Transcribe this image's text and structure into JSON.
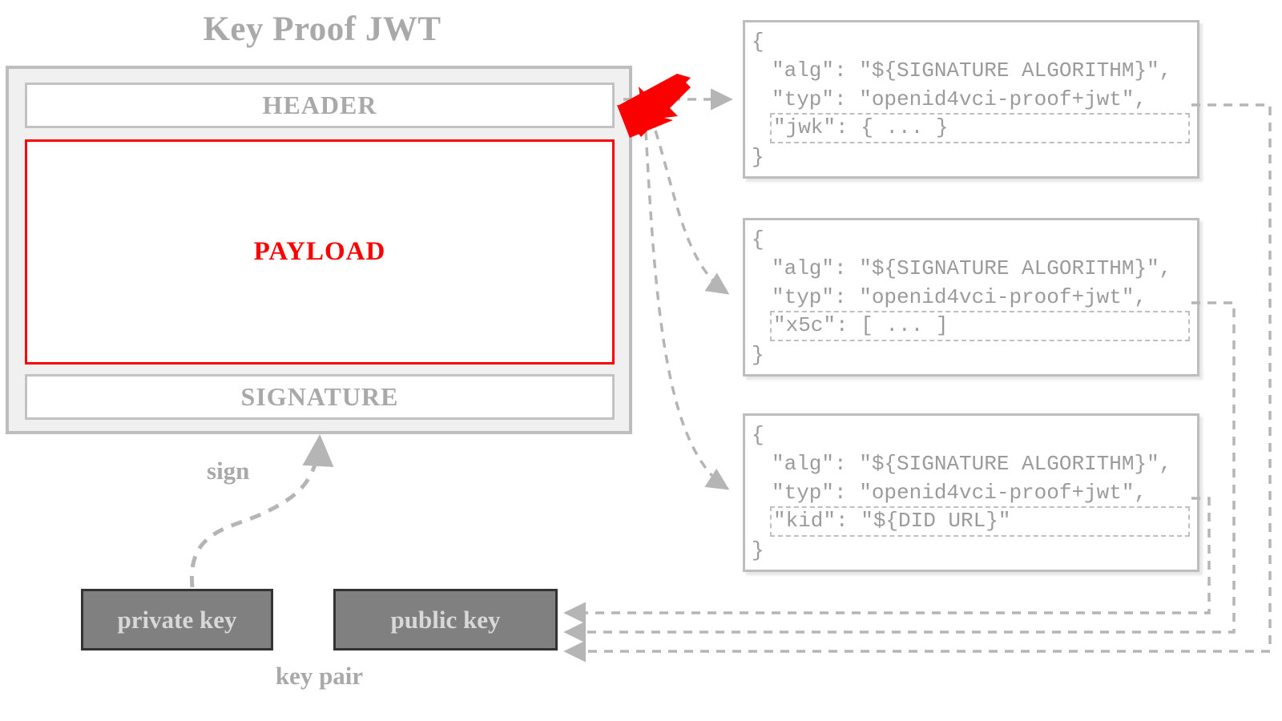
{
  "diagram": {
    "title": "Key Proof JWT",
    "jwt": {
      "header_label": "HEADER",
      "payload_label": "PAYLOAD",
      "signature_label": "SIGNATURE"
    },
    "keys": {
      "private_label": "private key",
      "public_label": "public key",
      "pair_label": "key pair",
      "sign_label": "sign"
    },
    "colors": {
      "gray_text": "#a9a9a9",
      "payload_red": "#fb0000",
      "arrow_red": "#fb0000",
      "box_border": "#bdbdbd",
      "key_fill": "#808080",
      "key_border": "#333333",
      "mono_text": "#9b9b9b",
      "container_fill": "#f0f0f0"
    },
    "json_blocks": [
      {
        "name": "jwk-header",
        "open_brace": "{",
        "alg": "\"alg\": \"${SIGNATURE ALGORITHM}\",",
        "typ": "\"typ\": \"openid4vci-proof+jwt\",",
        "highlight": "\"jwk\": { ... }",
        "close_brace": "}"
      },
      {
        "name": "x5c-header",
        "open_brace": "{",
        "alg": "\"alg\": \"${SIGNATURE ALGORITHM}\",",
        "typ": "\"typ\": \"openid4vci-proof+jwt\",",
        "highlight": "\"x5c\": [ ... ]",
        "close_brace": "}"
      },
      {
        "name": "kid-header",
        "open_brace": "{",
        "alg": "\"alg\": \"${SIGNATURE ALGORITHM}\",",
        "typ": "\"typ\": \"openid4vci-proof+jwt\",",
        "highlight": "\"kid\": \"${DID URL}\"",
        "close_brace": "}"
      }
    ]
  }
}
